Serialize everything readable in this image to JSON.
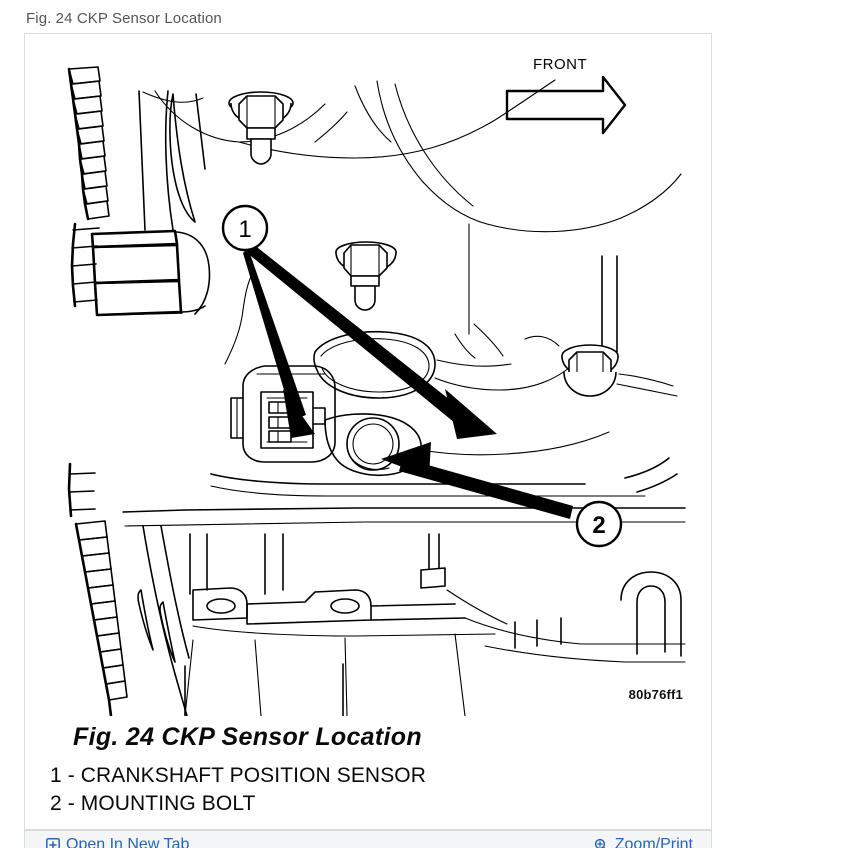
{
  "header": {
    "title": "Fig. 24 CKP Sensor Location"
  },
  "figure": {
    "code": "80b76ff1",
    "caption": "Fig. 24 CKP Sensor Location",
    "direction_label": "FRONT",
    "callouts": [
      {
        "number": "1",
        "label": "CRANKSHAFT POSITION SENSOR"
      },
      {
        "number": "2",
        "label": "MOUNTING BOLT"
      }
    ],
    "legend": [
      "1 - CRANKSHAFT POSITION SENSOR",
      "2 - MOUNTING BOLT"
    ]
  },
  "actions": {
    "open_new_tab": {
      "label": "Open In New Tab",
      "icon": "open-in-new-tab-icon"
    },
    "zoom_print": {
      "label": "Zoom/Print",
      "icon": "magnifier-plus-icon"
    }
  },
  "colors": {
    "link": "#2d64ad",
    "frame_border": "#dcdcdc",
    "title_text": "#555555",
    "bar_background": "#f3f5f7",
    "diagram_ink": "#000000"
  }
}
